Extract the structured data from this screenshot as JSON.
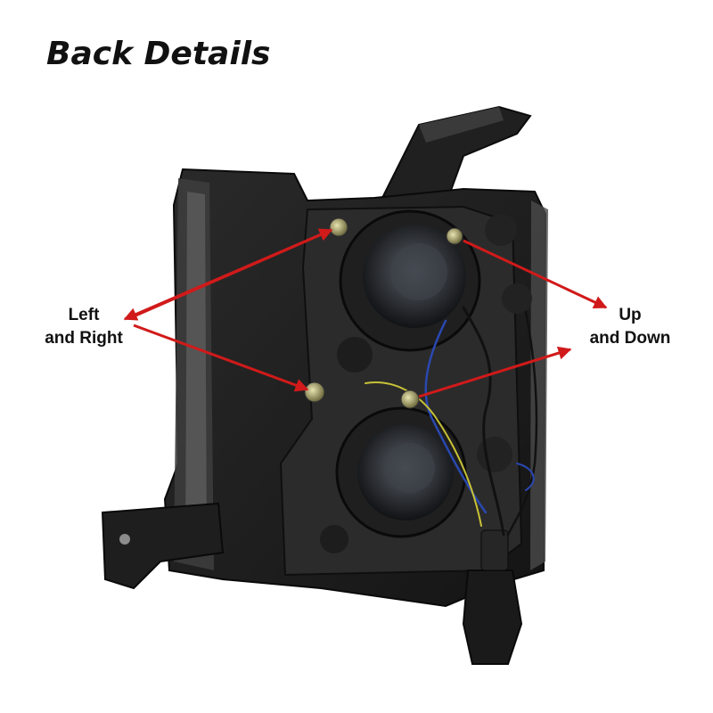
{
  "title": "Back Details",
  "callouts": {
    "left_line1": "Left",
    "left_line2": "and Right",
    "right_line1": "Up",
    "right_line2": "and Down"
  },
  "colors": {
    "arrow": "#d11a1a",
    "housing": "#1c1c1c",
    "background": "#ffffff"
  }
}
